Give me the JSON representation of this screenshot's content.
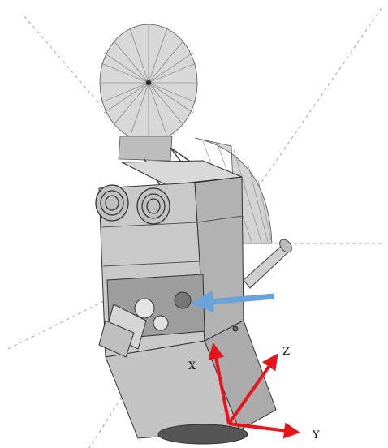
{
  "axes": {
    "x_label": "X",
    "y_label": "Y",
    "z_label": "Z",
    "axis_color": "#e8141b"
  },
  "sensor_arrow_color": "#6aa3d9",
  "body_fill": "#c9c9c9",
  "dashed_line_color": "#b3b3b3"
}
